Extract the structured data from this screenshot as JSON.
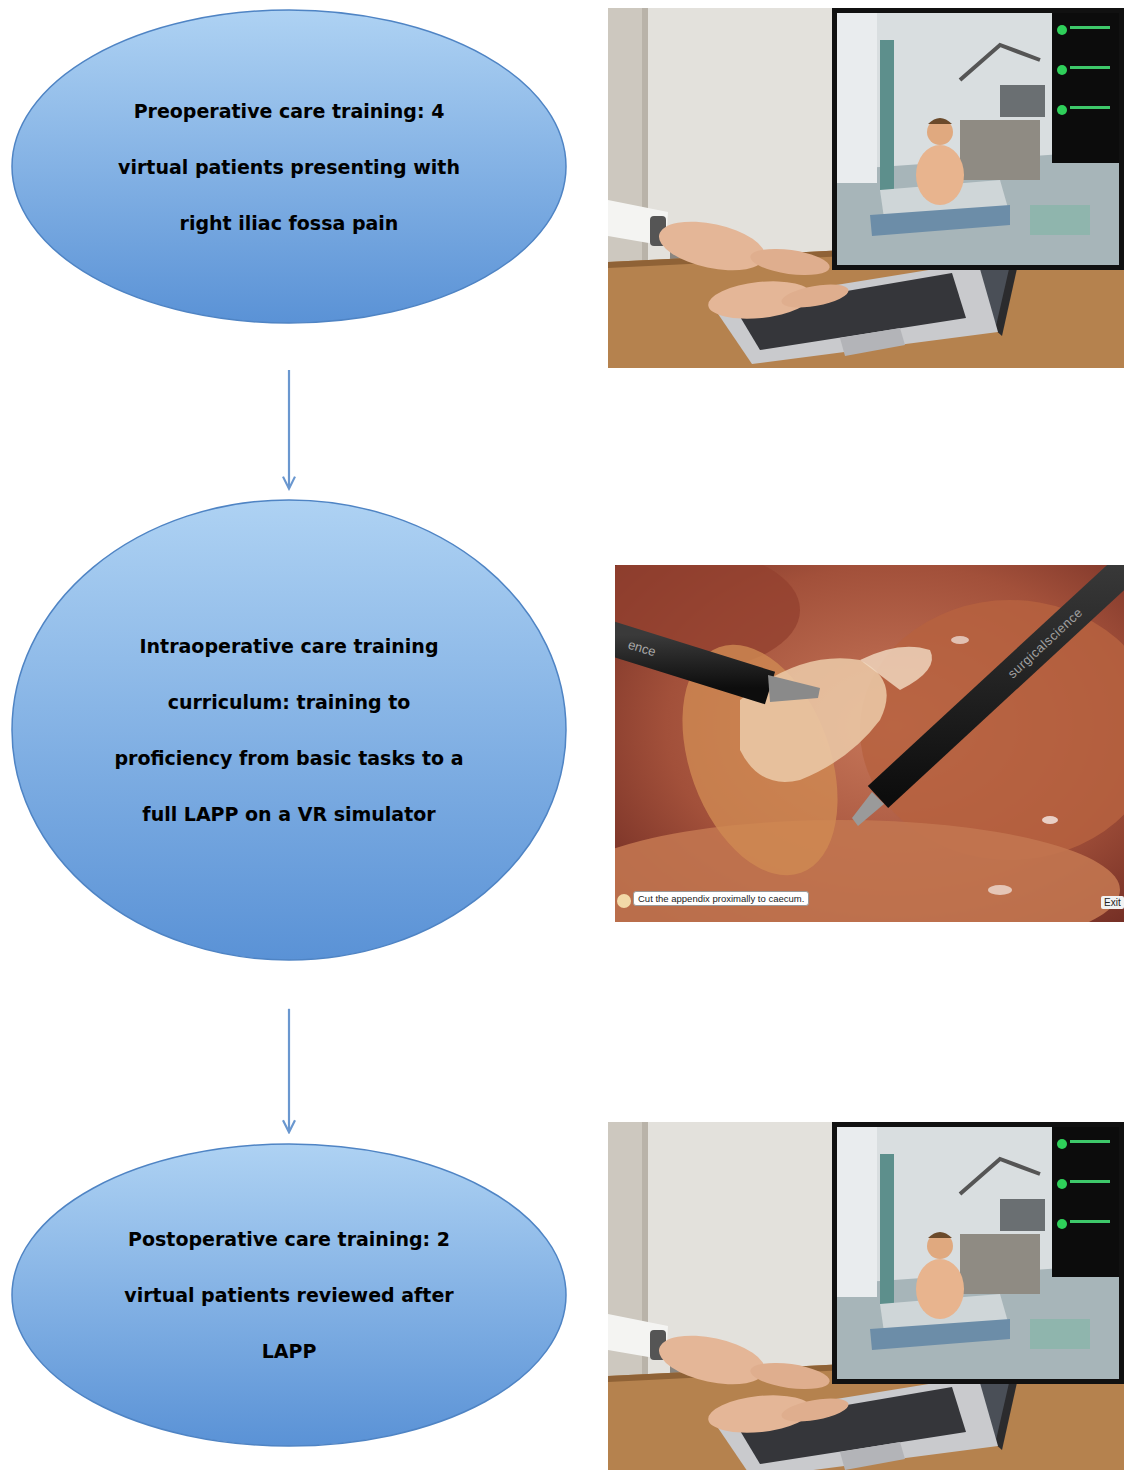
{
  "diagram": {
    "nodes": [
      {
        "text": [
          "Preoperative care training: 4 virtual patients presenting with right iliac fossa pain"
        ]
      },
      {
        "text": [
          "Intraoperative care training curriculum: training to proficiency from basic tasks to a full LAPP on a VR simulator"
        ]
      },
      {
        "text": [
          "Postoperative care training: 2 virtual patients reviewed after LAPP"
        ]
      }
    ],
    "edges": [
      {
        "from": 0,
        "to": 1,
        "arrow": "to"
      },
      {
        "from": 1,
        "to": 2,
        "arrow": "to"
      }
    ],
    "labels": [
      "Cut the appendix proximally to caecum.",
      "Exit",
      "surgicalscience",
      "ence"
    ]
  }
}
